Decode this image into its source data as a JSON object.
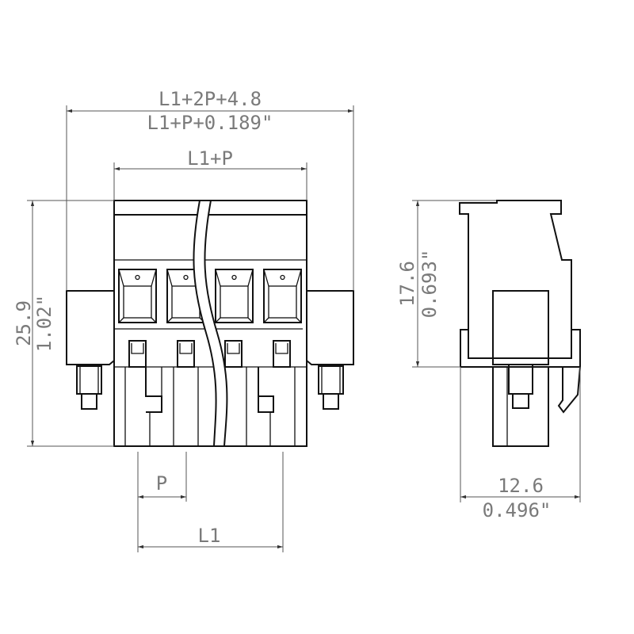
{
  "front_view": {
    "overall_width_mm": "L1+2P+4.8",
    "overall_width_in": "L1+P+0.189\"",
    "body_width": "L1+P",
    "height_mm": "25.9",
    "height_in": "1.02\"",
    "pitch": "P",
    "length": "L1"
  },
  "side_view": {
    "height_mm": "17.6",
    "height_in": "0.693\"",
    "depth_mm": "12.6",
    "depth_in": "0.496\""
  },
  "colors": {
    "outline": "#111111",
    "dimension_text": "#7a7a7a"
  }
}
